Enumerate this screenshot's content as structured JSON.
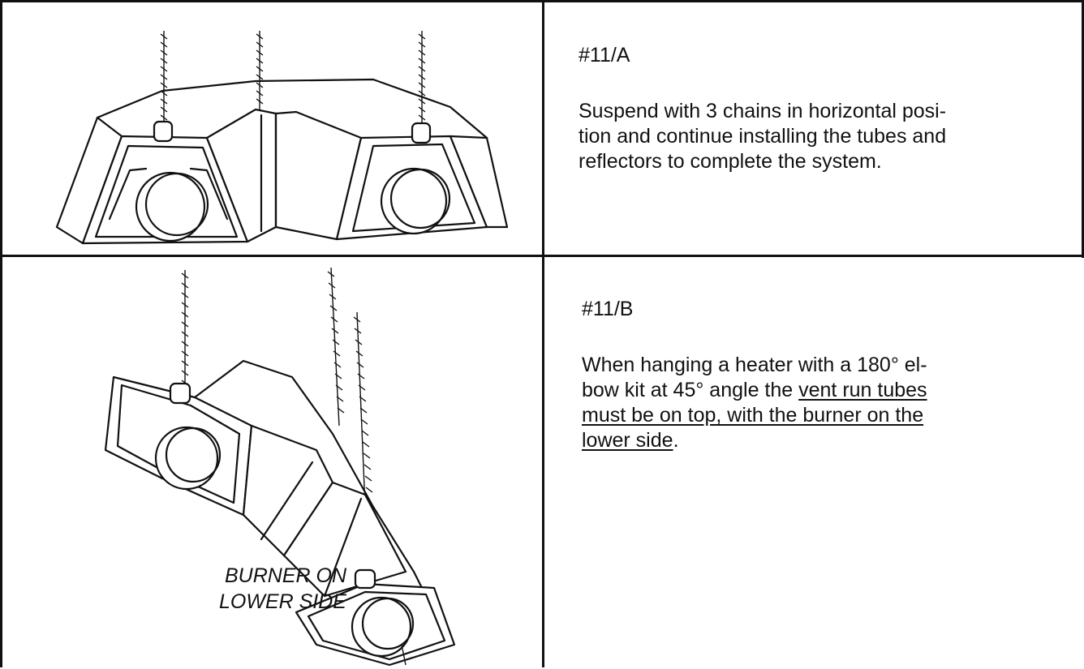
{
  "rows": [
    {
      "step": "#11/A",
      "paragraphs": [
        {
          "parts": [
            {
              "text": "Suspend with 3 chains in horizontal posi-",
              "underline": false
            }
          ]
        }
      ],
      "text_lines": [
        "Suspend with 3 chains in horizontal posi-",
        "tion and continue installing the tubes and",
        "reflectors to complete the system."
      ]
    },
    {
      "step": "#11/B",
      "text_lines": [
        "When hanging a heater with a 180° el-",
        "bow kit at 45° angle the",
        "vent run tubes",
        "must be on top, with the burner on the",
        "lower side",
        "."
      ],
      "caption_lines": [
        "BURNER ON",
        "LOWER SIDE"
      ]
    }
  ]
}
